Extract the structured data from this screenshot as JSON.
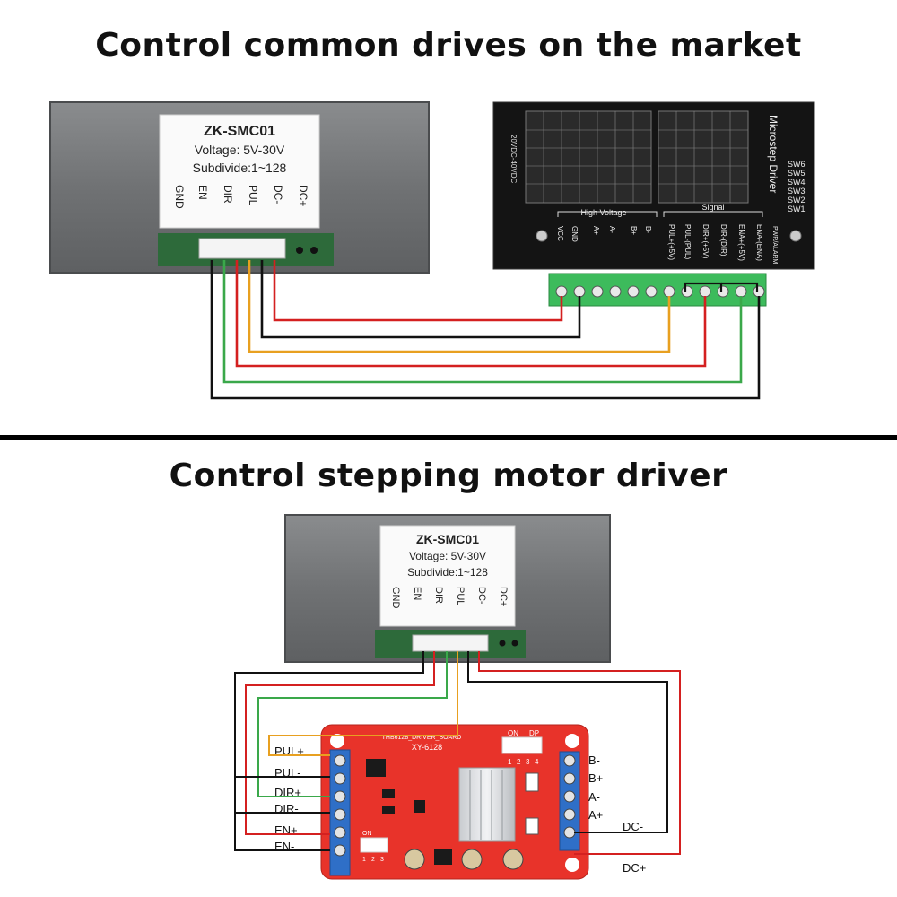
{
  "titles": {
    "top": "Control common drives on the market",
    "bottom": "Control stepping motor driver"
  },
  "module": {
    "model": "ZK-SMC01",
    "voltage": "Voltage: 5V-30V",
    "subdivide": "Subdivide:1~128",
    "pins": [
      "GND",
      "EN",
      "DIR",
      "PUL",
      "DC-",
      "DC+"
    ]
  },
  "microstep_driver": {
    "name": "Microstep Driver",
    "switches": [
      "SW6",
      "SW5",
      "SW4",
      "SW3",
      "SW2",
      "SW1"
    ],
    "group_high_voltage": "High Voltage",
    "group_signal": "Signal",
    "terminals": [
      "VCC",
      "GND",
      "A+",
      "A-",
      "B+",
      "B-",
      "PUL+(+5V)",
      "PUL-(PUL)",
      "DIR+(+5V)",
      "DIR-(DIR)",
      "ENA+(+5V)",
      "ENA-(ENA)"
    ],
    "side_label": "20VDC-40VDC",
    "extra": "PWR/ALARM"
  },
  "driver_board": {
    "title": "THB6128_DRIVER_BOARD",
    "model": "XY-6128",
    "dip_on": "ON",
    "dip_dp": "DP",
    "dip_nums": [
      "1",
      "2",
      "3",
      "4"
    ],
    "left_labels": [
      "PUL+",
      "PUL-",
      "DIR+",
      "DIR-",
      "EN+",
      "EN-"
    ],
    "right_labels": [
      "B-",
      "B+",
      "A-",
      "A+"
    ],
    "dc_minus": "DC-",
    "dc_plus": "DC+",
    "small_dip_on": "ON",
    "small_dip_nums": [
      "1",
      "2",
      "3"
    ]
  },
  "colors": {
    "wire_red": "#d42020",
    "wire_black": "#111111",
    "wire_orange": "#e8a020",
    "wire_green": "#3aa84a",
    "board_red": "#e8332a",
    "terminal_green": "#3dbb5c",
    "terminal_blue": "#2f6fc7"
  }
}
